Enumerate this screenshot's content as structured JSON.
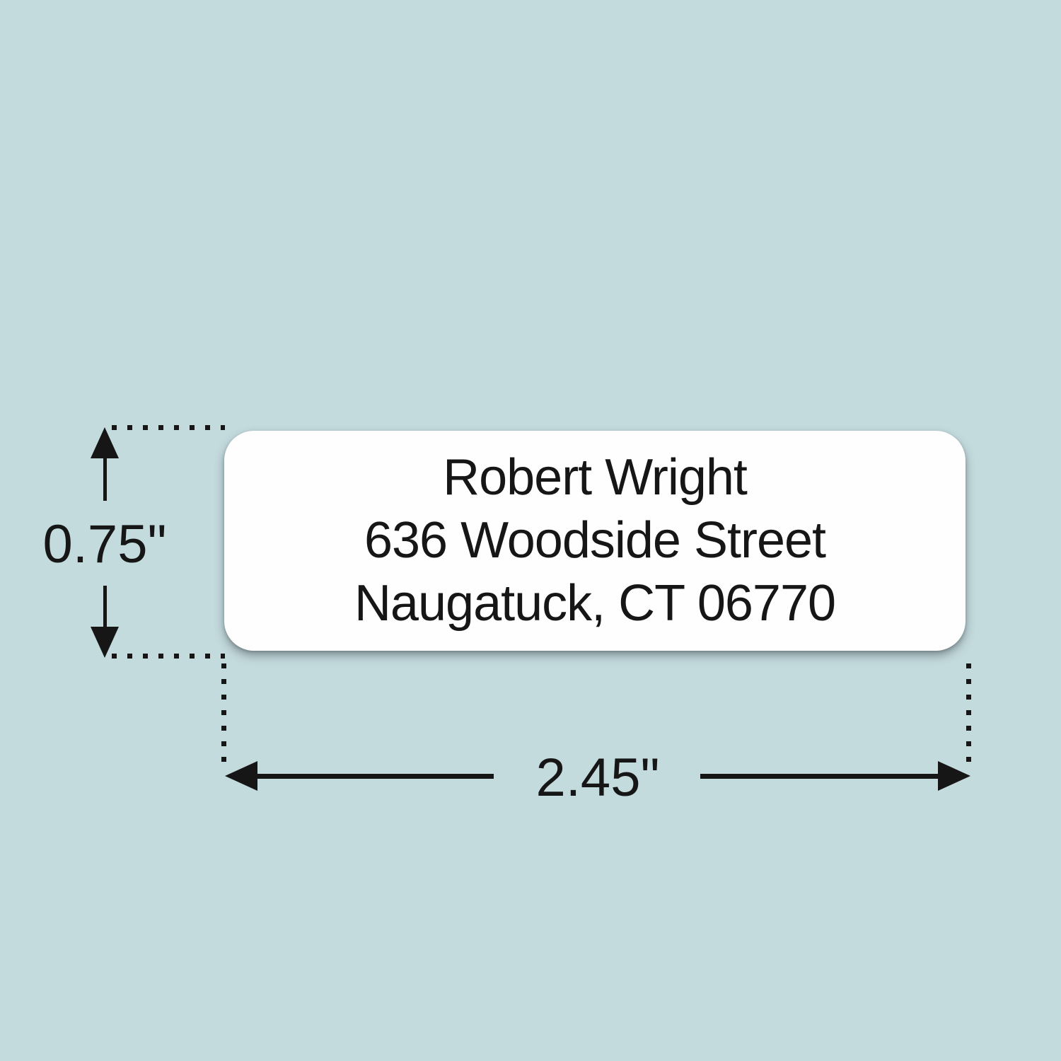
{
  "scene": {
    "background_color": "#c4dbde",
    "label_color": "#fefefe",
    "ink_color": "#161616"
  },
  "label": {
    "line1": "Robert Wright",
    "line2": "636 Woodside Street",
    "line3": "Naugatuck, CT 06770"
  },
  "dimensions": {
    "height": "0.75\"",
    "width": "2.45\""
  }
}
